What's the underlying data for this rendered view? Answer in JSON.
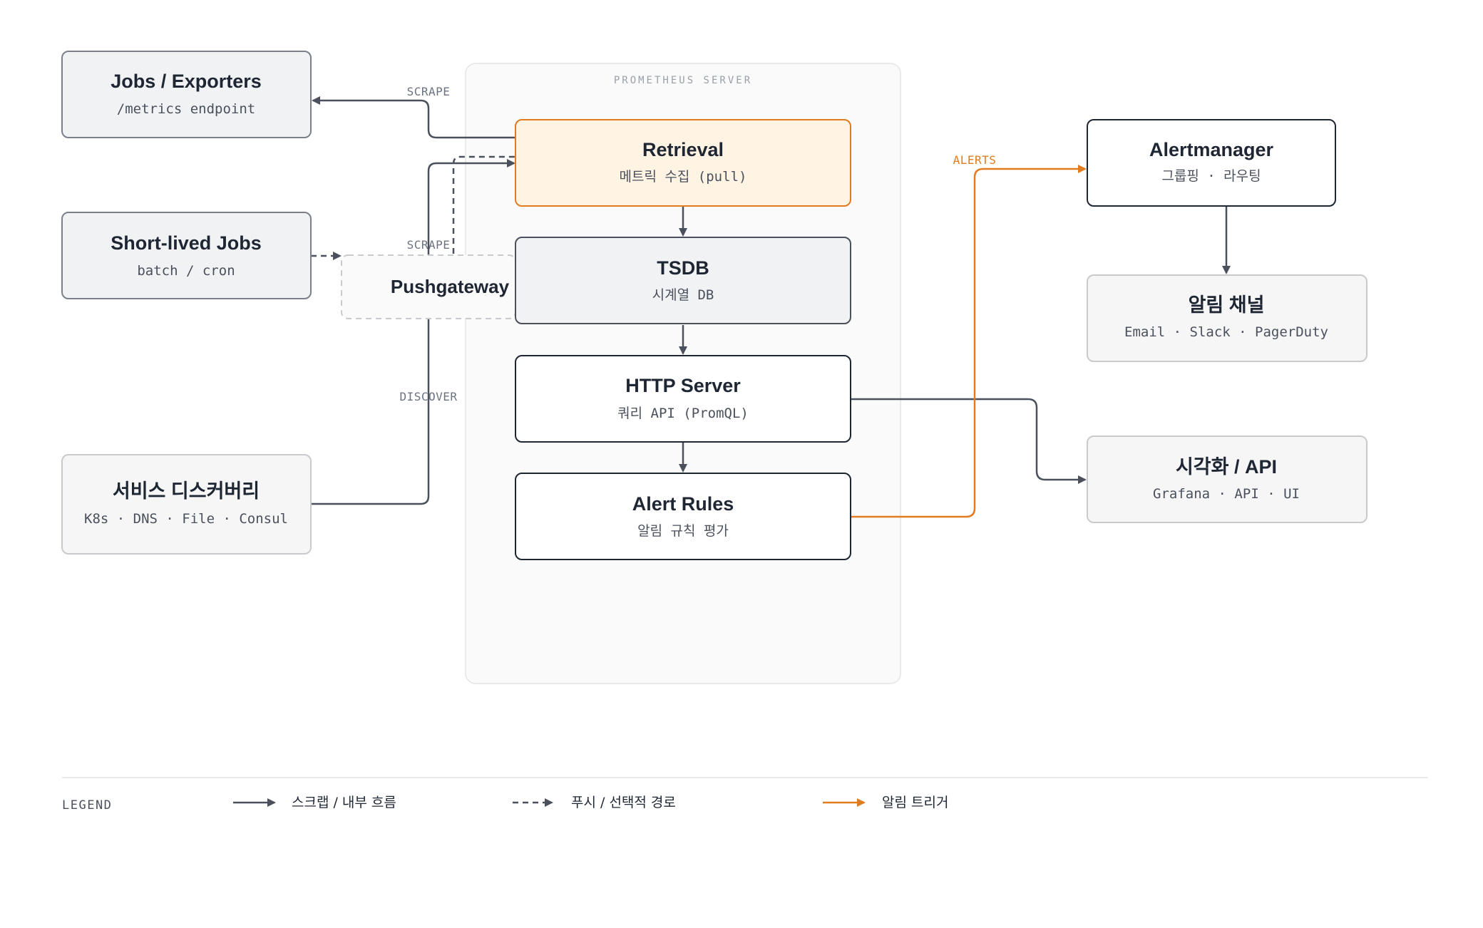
{
  "group": {
    "label": "PROMETHEUS SERVER"
  },
  "nodes": {
    "jobs": {
      "title": "Jobs / Exporters",
      "sub": "/metrics endpoint"
    },
    "short_jobs": {
      "title": "Short-lived Jobs",
      "sub": "batch / cron"
    },
    "pushgateway": {
      "title": "Pushgateway"
    },
    "discovery": {
      "title": "서비스 디스커버리",
      "sub": "K8s · DNS · File · Consul"
    },
    "retrieval": {
      "title": "Retrieval",
      "sub": "메트릭 수집 (pull)"
    },
    "tsdb": {
      "title": "TSDB",
      "sub": "시계열 DB"
    },
    "http": {
      "title": "HTTP Server",
      "sub": "쿼리 API (PromQL)"
    },
    "rules": {
      "title": "Alert Rules",
      "sub": "알림 규칙 평가"
    },
    "alertmanager": {
      "title": "Alertmanager",
      "sub": "그룹핑 · 라우팅"
    },
    "channels": {
      "title": "알림 채널",
      "sub": "Email · Slack · PagerDuty"
    },
    "viz": {
      "title": "시각화 / API",
      "sub": "Grafana · API · UI"
    }
  },
  "edges": {
    "scrape_jobs": "SCRAPE",
    "scrape_push": "SCRAPE",
    "discover": "DISCOVER",
    "alerts": "ALERTS"
  },
  "legend": {
    "title": "LEGEND",
    "items": [
      {
        "label": "스크랩 / 내부 흐름"
      },
      {
        "label": "푸시 / 선택적 경로"
      },
      {
        "label": "알림 트리거"
      }
    ]
  },
  "colors": {
    "dark": "#4a505c",
    "orange": "#e07b1f",
    "orange_fill": "#fff4e3",
    "grey_fill": "#f1f2f4",
    "light_fill": "#f6f6f7",
    "node_border": "#1f2633"
  }
}
